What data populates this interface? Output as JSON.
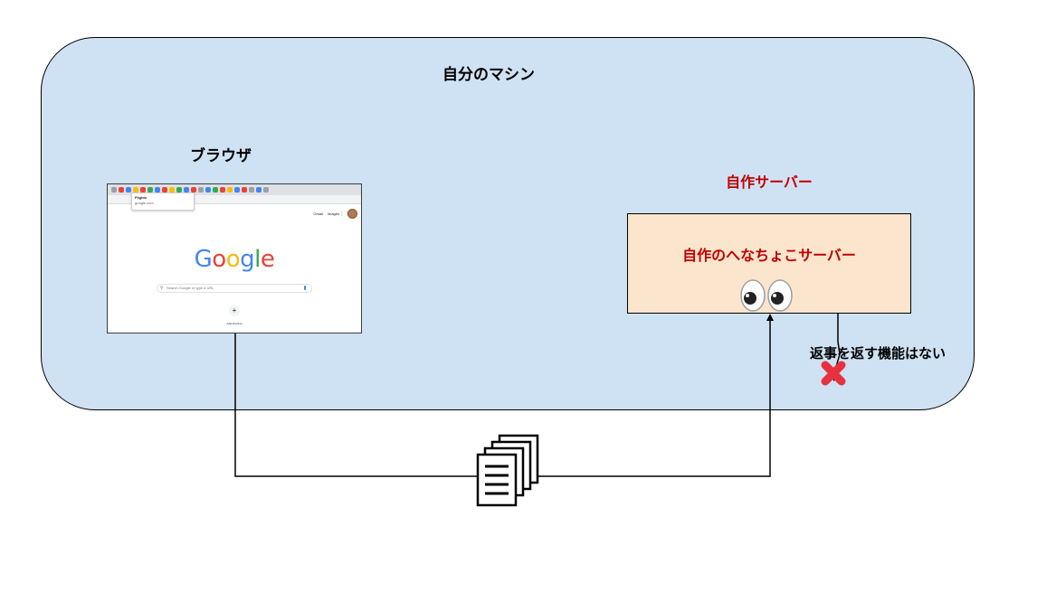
{
  "machine": {
    "title": "自分のマシン"
  },
  "browser": {
    "label": "ブラウザ",
    "tooltip_title": "Flights",
    "tooltip_subtitle": "google.com",
    "links": [
      "Gmail",
      "Images"
    ],
    "logo_text": "Google",
    "search_placeholder": "Search Google or type a URL",
    "add_shortcut_label": "Add shortcut",
    "add_shortcut_symbol": "+"
  },
  "server": {
    "label": "自作サーバー",
    "inner_label": "自作のへなちょこサーバー"
  },
  "response": {
    "label": "返事を返す機能はない"
  },
  "colors": {
    "machine_fill": "#cfe2f3",
    "server_fill": "#fce5cd",
    "server_text": "#c00000",
    "cross": "#e8313f"
  },
  "icons": [
    "document-stack-icon",
    "eyes-icon",
    "cross-mark-icon",
    "search-icon",
    "mic-icon",
    "apps-icon",
    "avatar"
  ]
}
